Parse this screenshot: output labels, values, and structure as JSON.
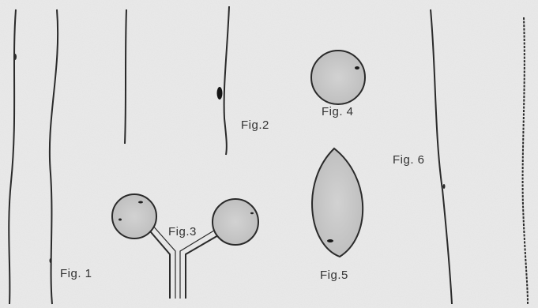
{
  "figures": [
    {
      "id": "fig1",
      "label": "Fig. 1"
    },
    {
      "id": "fig2",
      "label": "Fig.2"
    },
    {
      "id": "fig3",
      "label": "Fig.3"
    },
    {
      "id": "fig4",
      "label": "Fig. 4"
    },
    {
      "id": "fig5",
      "label": "Fig.5"
    },
    {
      "id": "fig6",
      "label": "Fig. 6"
    }
  ],
  "colors": {
    "paper": "#e8e8e8",
    "ink": "#2a2a2a",
    "cell_fill": "#c9c9c9"
  }
}
